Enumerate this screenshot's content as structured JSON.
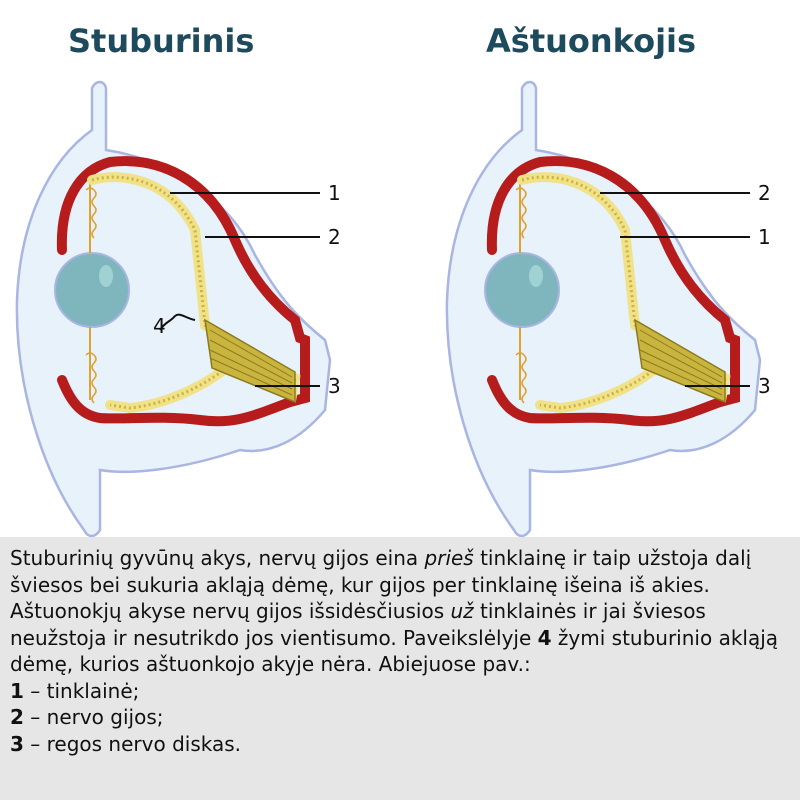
{
  "titles": {
    "left": "Stuburinis",
    "right": "Aštuonkojis"
  },
  "left_labels": [
    "1",
    "2",
    "3",
    "4"
  ],
  "right_labels": [
    "2",
    "1",
    "3"
  ],
  "caption": {
    "p1_part1": "Stuburinių gyvūnų akys, nervų gijos eina ",
    "p1_em1": "prieš",
    "p1_part2": " tinklainę ir taip užstoja dalį šviesos bei sukuria akląją dėmę, kur gijos per tinklainę išeina iš akies. Aštuonokjų akyse nervų gijos išsidėsčiusios ",
    "p1_em2": "už",
    "p1_part3": " tinklainės ir jai šviesos neužstoja ir nesutrikdo jos vientisumo. Paveikslėlyje ",
    "p1_num": "4",
    "p1_part4": " žymi stuburinio akląją dėmę, kurios aštuonkojo akyje nėra. Abiejuose pav.:",
    "items": [
      {
        "num": "1",
        "text": " – tinklainė;"
      },
      {
        "num": "2",
        "text": " – nervo gijos;"
      },
      {
        "num": "3",
        "text": " – regos nervo diskas."
      }
    ]
  },
  "colors": {
    "title": "#1d4a5d",
    "eye_outline": "#a9b5e3",
    "eye_fill": "#e7f2fb",
    "sclera": "#b71c1c",
    "retina": "#c9b43e",
    "retina_light": "#f1e28a",
    "lens": "#7fb6bd",
    "caption_bg": "#e6e6e6"
  }
}
